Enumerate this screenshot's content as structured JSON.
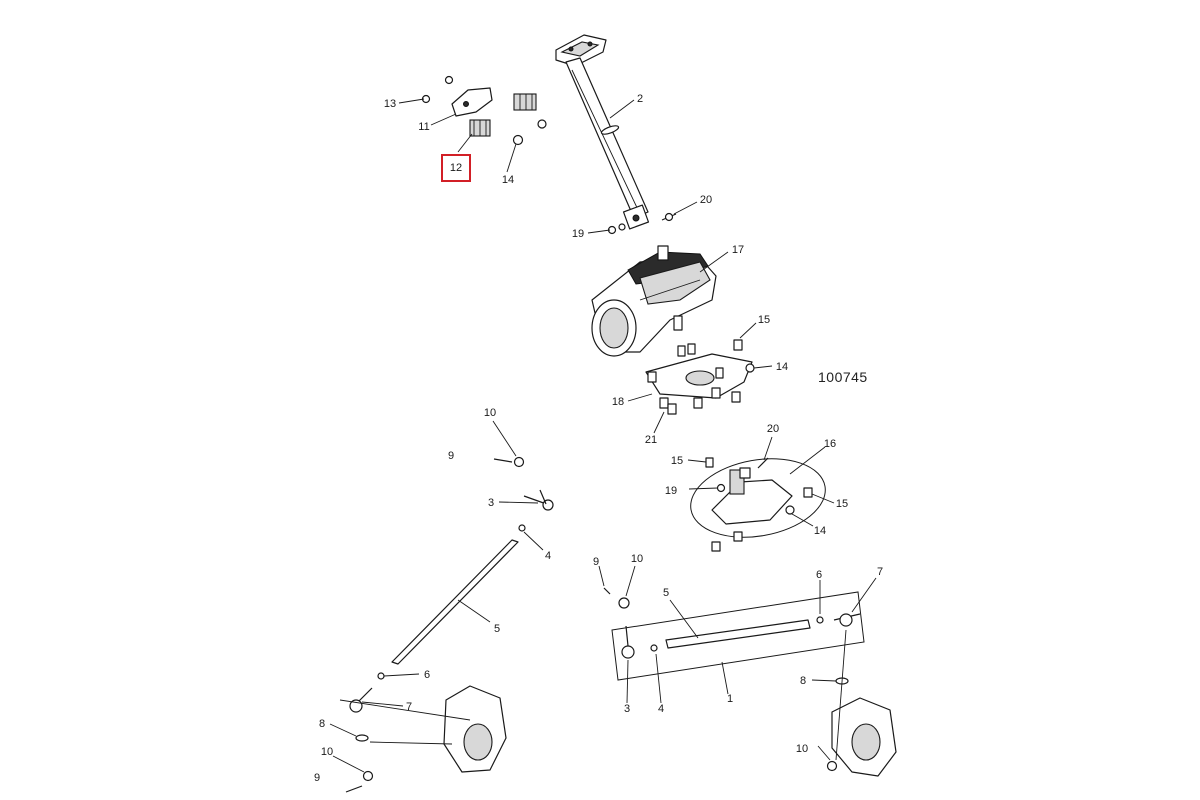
{
  "diagram": {
    "reference_code": "100745",
    "highlighted_callout": "12",
    "highlight_color": "#d21f26",
    "line_color": "#1a1a1a",
    "callouts": [
      "13",
      "11",
      "12",
      "14",
      "2",
      "20",
      "19",
      "17",
      "15",
      "14",
      "18",
      "21",
      "20",
      "16",
      "15",
      "19",
      "15",
      "14",
      "10",
      "9",
      "3",
      "4",
      "5",
      "6",
      "7",
      "8",
      "10",
      "9",
      "9",
      "10",
      "5",
      "6",
      "7",
      "1",
      "3",
      "4",
      "8",
      "10"
    ]
  }
}
